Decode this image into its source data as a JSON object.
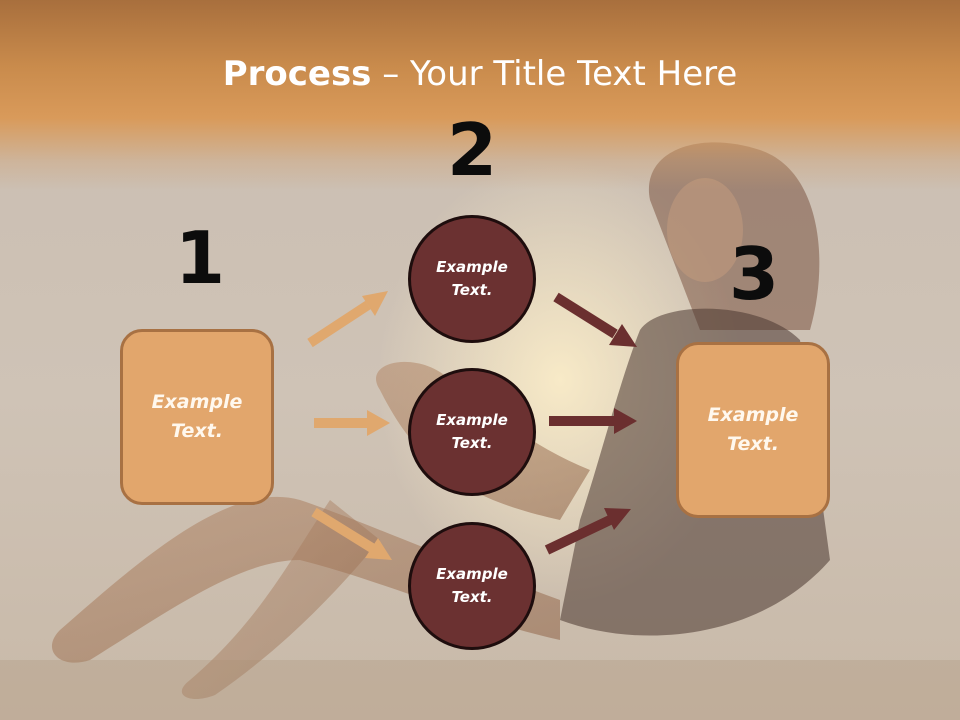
{
  "slide": {
    "title_strong": "Process",
    "title_rest": " – Your Title Text Here"
  },
  "steps": [
    {
      "number": "1",
      "text": "Example\nText."
    },
    {
      "number": "2",
      "texts": [
        "Example\nText.",
        "Example\nText.",
        "Example\nText."
      ]
    },
    {
      "number": "3",
      "text": "Example\nText."
    }
  ],
  "colors": {
    "box_fill": "#e2a66c",
    "box_border": "#a87143",
    "circle_fill": "#6b3131",
    "arrow_light": "#e0a86e",
    "arrow_dark": "#6b2f2f",
    "header": "#d0914f"
  }
}
